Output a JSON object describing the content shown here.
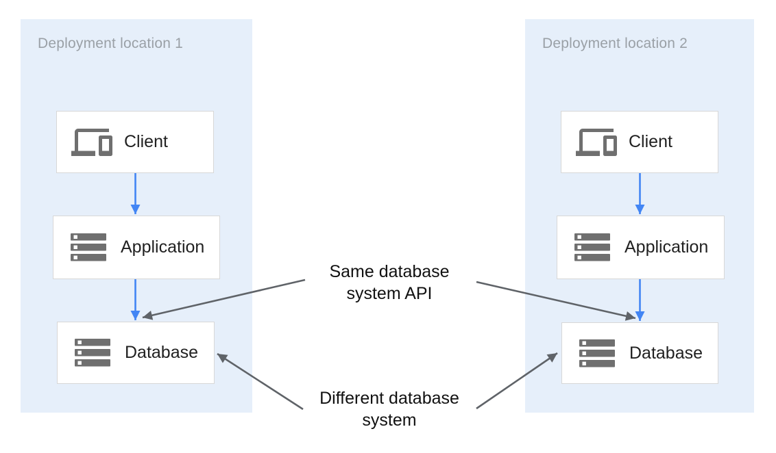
{
  "diagram": {
    "panels": [
      {
        "title": "Deployment location 1",
        "nodes": [
          {
            "label": "Client",
            "icon": "devices"
          },
          {
            "label": "Application",
            "icon": "server-stack"
          },
          {
            "label": "Database",
            "icon": "server-stack"
          }
        ]
      },
      {
        "title": "Deployment location 2",
        "nodes": [
          {
            "label": "Client",
            "icon": "devices"
          },
          {
            "label": "Application",
            "icon": "server-stack"
          },
          {
            "label": "Database",
            "icon": "server-stack"
          }
        ]
      }
    ],
    "annotations": {
      "same": {
        "line1": "Same database",
        "line2": "system API"
      },
      "different": {
        "line1": "Different database",
        "line2": "system"
      }
    },
    "colors": {
      "panel_bg": "#e6effa",
      "box_bg": "#ffffff",
      "box_border": "#d7d7d7",
      "icon": "#6f6f6f",
      "panel_title": "#9aa0a6",
      "box_label": "#212121",
      "annotation_text": "#111111",
      "blue_arrow": "#4285f4",
      "gray_arrow": "#5f6368"
    }
  }
}
